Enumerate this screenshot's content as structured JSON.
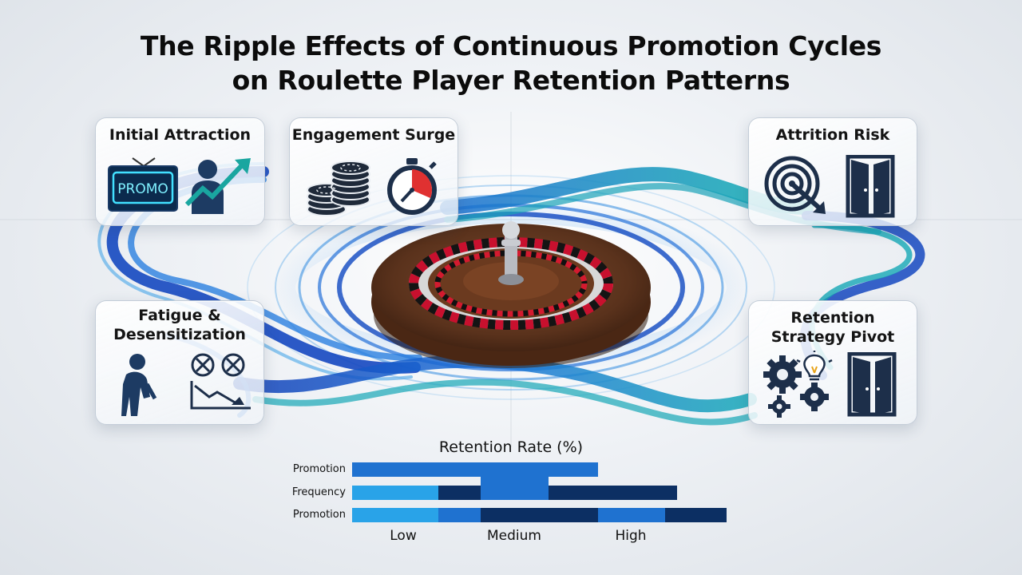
{
  "title": {
    "line1": "The Ripple Effects of Continuous Promotion Cycles",
    "line2": "on Roulette Player Retention Patterns"
  },
  "cards": {
    "initial_attraction": {
      "label": "Initial Attraction",
      "promo_sign": "PROMO"
    },
    "engagement_surge": {
      "label": "Engagement Surge"
    },
    "attrition_risk": {
      "label": "Attrition Risk"
    },
    "fatigue": {
      "label_line1": "Fatigue &",
      "label_line2": "Desensitization"
    },
    "retention_pivot": {
      "label_line1": "Retention",
      "label_line2": "Strategy Pivot"
    }
  },
  "icons": {
    "initial_attraction": [
      "promo-sign-icon",
      "person-growth-arrow-icon"
    ],
    "engagement_surge": [
      "casino-chips-icon",
      "stopwatch-icon"
    ],
    "attrition_risk": [
      "target-arrow-icon",
      "exit-door-icon"
    ],
    "fatigue": [
      "tired-person-icon",
      "cross-circles-declining-chart-icon"
    ],
    "retention_pivot": [
      "gears-lightbulb-icon",
      "door-icon"
    ]
  },
  "colors": {
    "ripple_dark_blue": "#1a56c8",
    "ripple_teal": "#17a5b8",
    "bar_light": "#29a3e8",
    "bar_mid": "#1f72d0",
    "bar_dark": "#0c2f63"
  },
  "chart_data": {
    "type": "bar",
    "title": "Retention Rate (%)",
    "categories": [
      "Promotion",
      "Frequency",
      "Promotion"
    ],
    "x_levels": [
      "Low",
      "Medium",
      "High"
    ],
    "rows": [
      {
        "label": "Promotion",
        "segments": [
          {
            "start": 0.0,
            "end": 2.0,
            "shade": "mid"
          }
        ]
      },
      {
        "label": "Frequency",
        "segments": [
          {
            "start": 0.0,
            "end": 0.7,
            "shade": "light"
          },
          {
            "start": 0.7,
            "end": 1.05,
            "shade": "dark"
          },
          {
            "start": 1.05,
            "end": 1.6,
            "shade": "mid"
          },
          {
            "start": 1.6,
            "end": 2.65,
            "shade": "dark"
          }
        ]
      },
      {
        "label": "Promotion",
        "segments": [
          {
            "start": 0.0,
            "end": 0.7,
            "shade": "light"
          },
          {
            "start": 0.7,
            "end": 1.05,
            "shade": "mid"
          },
          {
            "start": 1.05,
            "end": 2.0,
            "shade": "dark"
          },
          {
            "start": 2.0,
            "end": 2.55,
            "shade": "mid"
          },
          {
            "start": 2.55,
            "end": 3.05,
            "shade": "dark"
          }
        ]
      }
    ],
    "xlim": [
      0,
      3.05
    ],
    "grid": false,
    "legend": "none"
  }
}
